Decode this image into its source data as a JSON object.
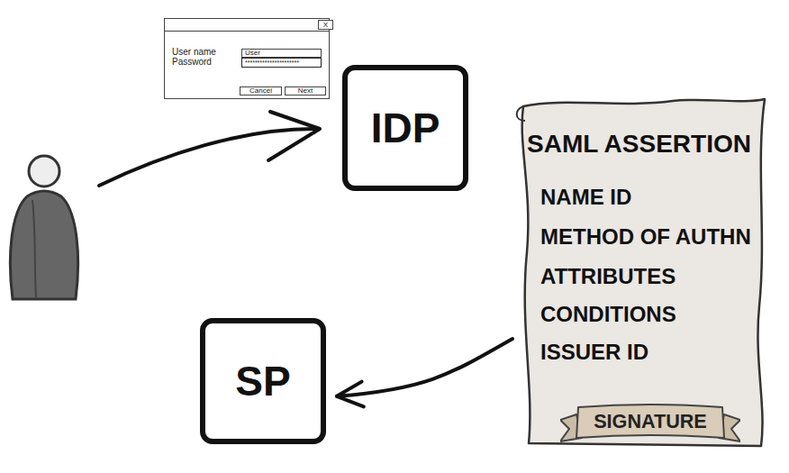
{
  "diagram": {
    "nodes": [
      {
        "text": [
          "User name",
          "Password"
        ]
      },
      {
        "text": [
          "X"
        ],
        "in": 0
      },
      {
        "text": [
          "User"
        ],
        "in": 0
      },
      {
        "text": [
          "**********************"
        ],
        "in": 0
      },
      {
        "text": [
          "Cancel"
        ],
        "in": 0
      },
      {
        "text": [
          "Next"
        ],
        "in": 0
      },
      {
        "text": [
          "IDP"
        ]
      },
      {
        "text": [
          "SAML ASSERTION",
          "NAME ID",
          "METHOD OF AUTHN",
          "ATTRIBUTES",
          "CONDITIONS",
          "ISSUER ID"
        ]
      },
      {
        "text": [
          "SIGNATURE"
        ],
        "in": 7
      },
      {
        "text": [
          "SP"
        ]
      }
    ],
    "edges": [
      {
        "from": 7,
        "to": 9,
        "arrow": "to"
      }
    ]
  }
}
